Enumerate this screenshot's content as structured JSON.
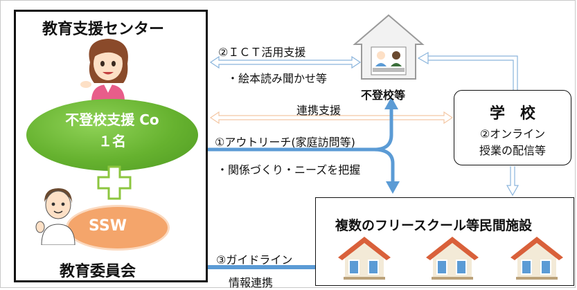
{
  "center": {
    "title": "教育支援センター",
    "footer": "教育委員会"
  },
  "coordinator": {
    "line1": "不登校支援 Co",
    "line2": "１名"
  },
  "ssw": {
    "label": "SSW"
  },
  "house": {
    "label": "不登校等"
  },
  "school": {
    "title": "学　校",
    "line1": "②オンライン",
    "line2": "授業の配信等"
  },
  "free_school": {
    "title": "複数のフリースクール等民間施設"
  },
  "links": {
    "ict": "②ＩＣＴ活用支援",
    "picture_book": "・絵本読み聞かせ等",
    "cooperation": "連携支援",
    "outreach": "①アウトリーチ(家庭訪問等)",
    "relationship": "・関係づくり・ニーズを把握",
    "guideline": "③ガイドライン",
    "info_share": "情報連携"
  },
  "colors": {
    "blue_arrow": "#5b9bd5",
    "outline_arrow": "#8ab4dc",
    "peach_arrow": "#f4c7a4",
    "green_ellipse": "#66b22f",
    "orange_ellipse": "#f4a56b",
    "plus": "#8cc63f",
    "roof": "#d9603a"
  }
}
